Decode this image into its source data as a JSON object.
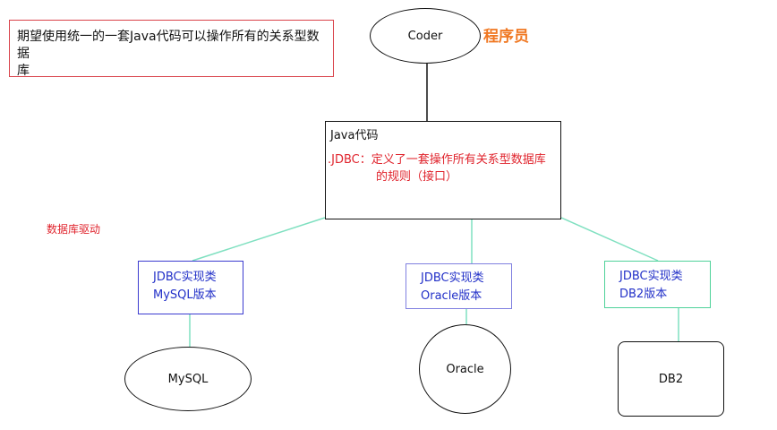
{
  "note": {
    "line1": "期望使用统一的一套Java代码可以操作所有的关系型数据",
    "line2": "库"
  },
  "coder": {
    "label": "Coder",
    "tag": "程序员"
  },
  "java_code": {
    "title": "Java代码",
    "jdbc_line1": ".JDBC：定义了一套操作所有关系型数据库",
    "jdbc_line2": "的规则（接口）"
  },
  "driver_label": "数据库驱动",
  "implementations": [
    {
      "line1": "JDBC实现类",
      "line2": "MySQL版本"
    },
    {
      "line1": "JDBC实现类",
      "line2": "Oracle版本"
    },
    {
      "line1": "JDBC实现类",
      "line2": "DB2版本"
    }
  ],
  "databases": [
    {
      "label": "MySQL"
    },
    {
      "label": "Oracle"
    },
    {
      "label": "DB2"
    }
  ],
  "colors": {
    "note_border": "#d9424a",
    "red_text": "#e0242d",
    "coder_tag": "#f07822",
    "impl_text": "#2230c8",
    "connector": "#7fe0c0",
    "db2_border": "#4fd29a"
  }
}
